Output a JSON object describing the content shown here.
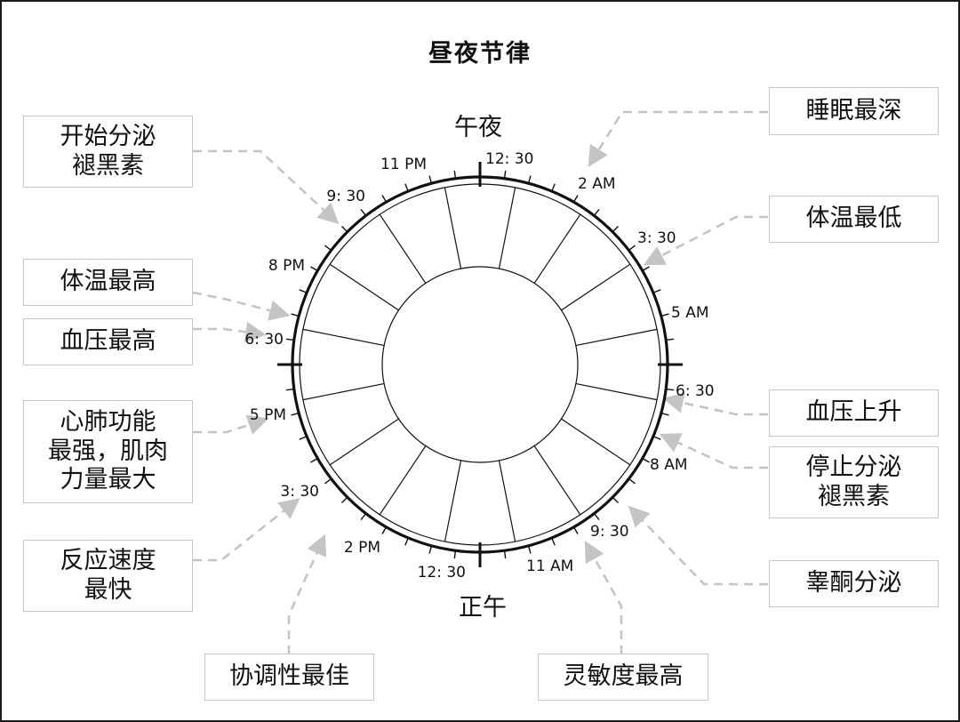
{
  "title": "昼夜节律",
  "midnight_label": "午夜",
  "noon_label": "正午",
  "time_labels": {
    "t0030": "12: 30",
    "t0200": "2 AM",
    "t0330": "3: 30",
    "t0500": "5 AM",
    "t0630": "6: 30",
    "t0800": "8 AM",
    "t0930": "9: 30",
    "t1100": "11 AM",
    "t1230": "12: 30",
    "t1400": "2 PM",
    "t1530": "3: 30",
    "t1700": "5 PM",
    "t1830": "6: 30",
    "t2000": "8 PM",
    "t2130": "9: 30",
    "t2300": "11 PM"
  },
  "events": {
    "deepest_sleep": [
      "睡眠最深"
    ],
    "lowest_body_temp": [
      "体温最低"
    ],
    "bp_rise": [
      "血压上升"
    ],
    "stop_melatonin": [
      "停止分泌",
      "褪黑素"
    ],
    "testosterone": [
      "睾酮分泌"
    ],
    "best_alertness": [
      "灵敏度最高"
    ],
    "best_coordination": [
      "协调性最佳"
    ],
    "fastest_reaction": [
      "反应速度",
      "最快"
    ],
    "cardio_muscle": [
      "心肺功能",
      "最强，肌肉",
      "力量最大"
    ],
    "highest_bp": [
      "血压最高"
    ],
    "highest_body_temp": [
      "体温最高"
    ],
    "start_melatonin": [
      "开始分泌",
      "褪黑素"
    ]
  },
  "colors": {
    "border": "#1a1a1a",
    "ring": "#111111",
    "arrow": "#c4c4c4",
    "box_border": "#c8c8c8"
  }
}
